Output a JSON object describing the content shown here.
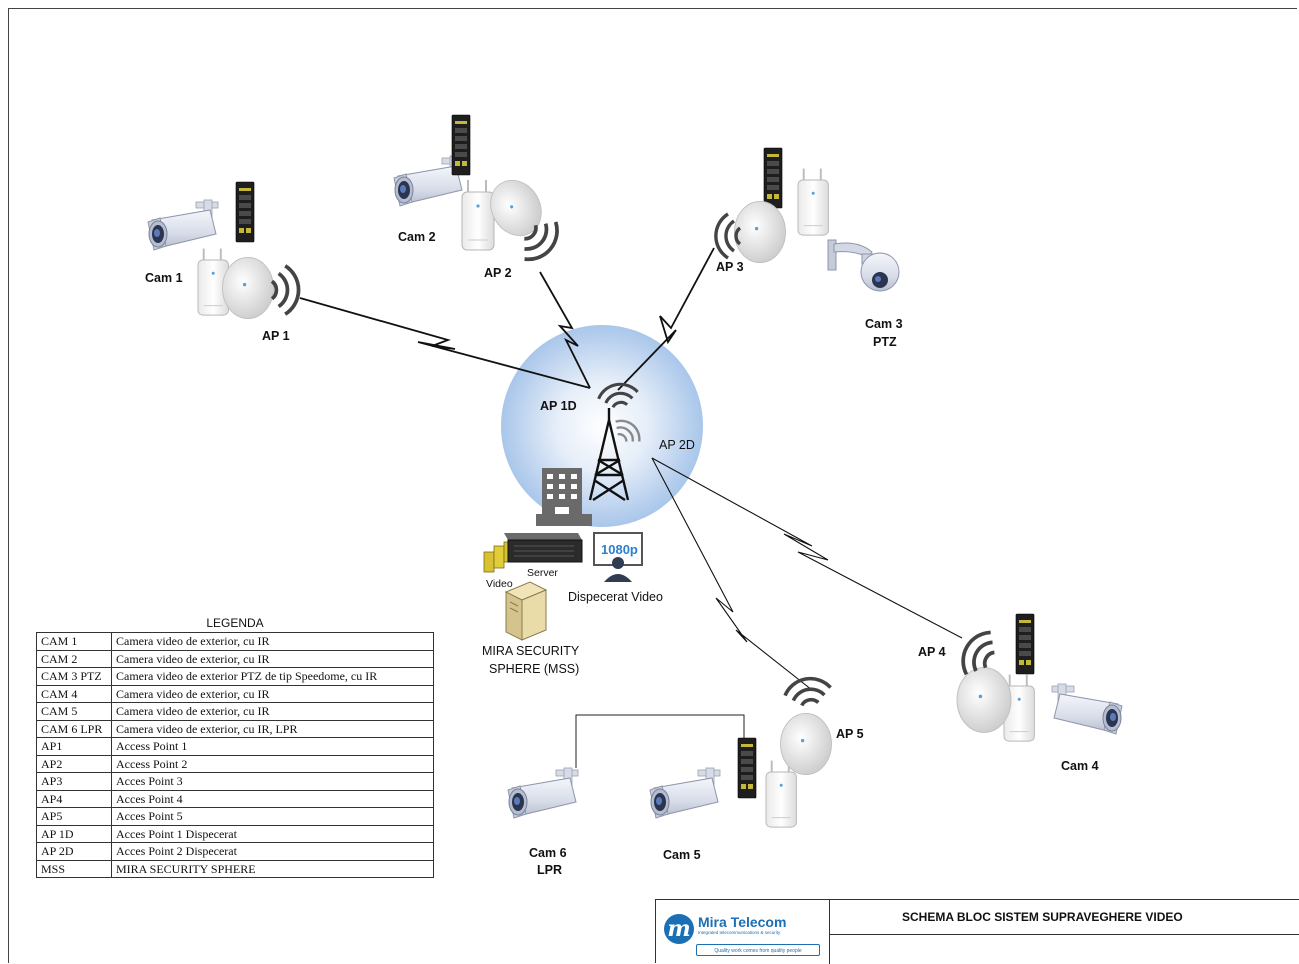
{
  "labels": {
    "cam1": "Cam 1",
    "cam2": "Cam 2",
    "cam3_line1": "Cam 3",
    "cam3_line2": "PTZ",
    "cam4": "Cam 4",
    "cam5": "Cam 5",
    "cam6_line1": "Cam 6",
    "cam6_line2": "LPR",
    "ap1": "AP 1",
    "ap2": "AP 2",
    "ap3": "AP 3",
    "ap4": "AP 4",
    "ap5": "AP 5",
    "ap1d": "AP 1D",
    "ap2d": "AP 2D",
    "video": "Video",
    "server": "Server",
    "dispatch": "Dispecerat Video",
    "screen_badge": "1080p",
    "mss_line1": "MIRA SECURITY",
    "mss_line2": "SPHERE (MSS)",
    "wifi": "Wi-Fi"
  },
  "legend": {
    "title": "LEGENDA",
    "rows": [
      {
        "code": "CAM 1",
        "desc": "Camera video de exterior, cu IR"
      },
      {
        "code": "CAM 2",
        "desc": "Camera video de exterior, cu IR"
      },
      {
        "code": "CAM 3 PTZ",
        "desc": "Camera video de exterior PTZ de tip Speedome, cu IR"
      },
      {
        "code": "CAM 4",
        "desc": "Camera video de exterior, cu IR"
      },
      {
        "code": "CAM 5",
        "desc": "Camera video de exterior, cu IR"
      },
      {
        "code": "CAM 6 LPR",
        "desc": "Camera video de exterior, cu IR, LPR"
      },
      {
        "code": "AP1",
        "desc": "Access Point 1"
      },
      {
        "code": "AP2",
        "desc": "Access Point 2"
      },
      {
        "code": "AP3",
        "desc": "Acces Point 3"
      },
      {
        "code": "AP4",
        "desc": "Acces Point 4"
      },
      {
        "code": "AP5",
        "desc": "Acces Point 5"
      },
      {
        "code": "AP 1D",
        "desc": "Acces Point 1 Dispecerat"
      },
      {
        "code": "AP 2D",
        "desc": "Acces Point 2 Dispecerat"
      },
      {
        "code": "MSS",
        "desc": "MIRA SECURITY SPHERE"
      }
    ]
  },
  "titleblock": {
    "company": "Mira Telecom",
    "company_sub": "Integrated telecommunications & security",
    "tagline": "Quality work comes from quality people",
    "logo_letter": "m",
    "title": "SCHEMA BLOC SISTEM SUPRAVEGHERE VIDEO"
  },
  "colors": {
    "hub_glow": "#9dbde8",
    "camera_body": "#e6e9f3",
    "device_dark": "#222222",
    "wave": "#444444",
    "brand": "#1b6fb5"
  }
}
